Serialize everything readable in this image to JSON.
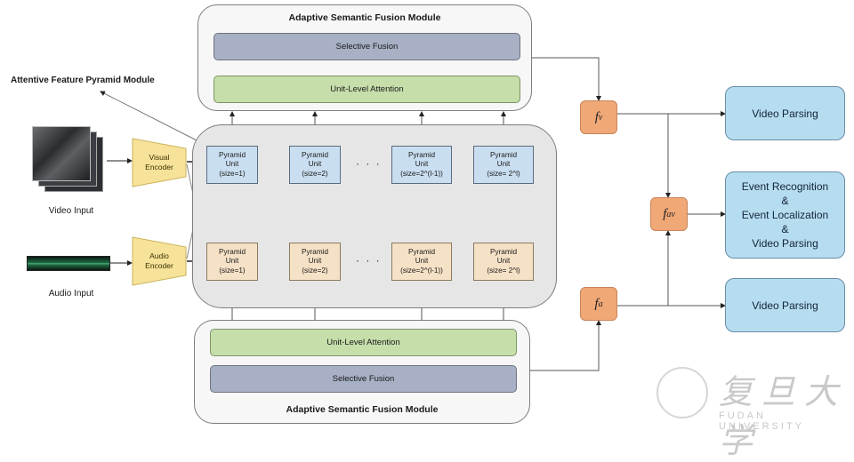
{
  "top_module": {
    "title": "Adaptive Semantic Fusion Module",
    "fusion_label": "Selective Fusion",
    "attention_label": "Unit-Level Attention"
  },
  "bottom_module": {
    "title": "Adaptive Semantic Fusion Module",
    "fusion_label": "Selective Fusion",
    "attention_label": "Unit-Level Attention"
  },
  "pyramid_module": {
    "title": "Attentive Feature Pyramid Module",
    "visual_units": [
      {
        "line1": "Pyramid",
        "line2": "Unit",
        "size": "(size=1)"
      },
      {
        "line1": "Pyramid",
        "line2": "Unit",
        "size": "(size=2)"
      },
      {
        "line1": "Pyramid",
        "line2": "Unit",
        "size": "(size=2^(l-1))"
      },
      {
        "line1": "Pyramid",
        "line2": "Unit",
        "size": "(size= 2^l)"
      }
    ],
    "audio_units": [
      {
        "line1": "Pyramid",
        "line2": "Unit",
        "size": "(size=1)"
      },
      {
        "line1": "Pyramid",
        "line2": "Unit",
        "size": "(size=2)"
      },
      {
        "line1": "Pyramid",
        "line2": "Unit",
        "size": "(size=2^(l-1))"
      },
      {
        "line1": "Pyramid",
        "line2": "Unit",
        "size": "(size= 2^l)"
      }
    ],
    "ellipsis": "· · ·"
  },
  "inputs": {
    "video": {
      "caption": "Video Input",
      "icon": "video-frames-icon"
    },
    "audio": {
      "caption": "Audio Input",
      "icon": "audio-waveform-icon"
    }
  },
  "encoders": {
    "visual": {
      "line1": "Visual",
      "line2": "Encoder"
    },
    "audio": {
      "line1": "Audio",
      "line2": "Encoder"
    }
  },
  "features": {
    "fv": {
      "symbol": "f",
      "sub": "v"
    },
    "fav": {
      "symbol": "f",
      "sub": "av"
    },
    "fa": {
      "symbol": "f",
      "sub": "a"
    }
  },
  "tasks": {
    "top": [
      "Video Parsing"
    ],
    "middle": [
      "Event Recognition",
      "&",
      "Event Localization",
      "&",
      "Video Parsing"
    ],
    "bottom": [
      "Video Parsing"
    ]
  },
  "watermark": {
    "chinese": "复旦大学",
    "english": "FUDAN UNIVERSITY"
  },
  "colors": {
    "selective_fusion": "#a7b0c4",
    "unit_attention": "#c6deaa",
    "visual_unit": "#c9def0",
    "audio_unit": "#f5e1c6",
    "encoder": "#f7e29a",
    "feature_box": "#f0a877",
    "task_box": "#b6dcef"
  }
}
